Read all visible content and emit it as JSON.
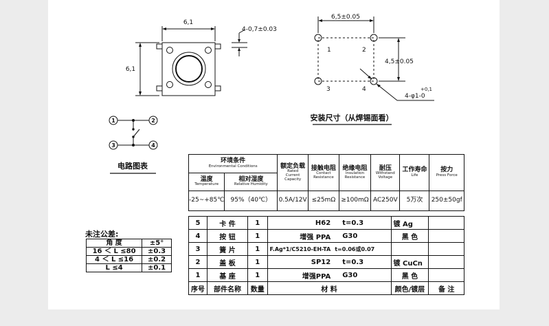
{
  "front_view": {
    "width": "6,1",
    "height": "6,1",
    "pin": "4-0,7±0.03"
  },
  "footprint": {
    "pitch_x": "6,5±0.05",
    "pitch_y": "4,5±0.05",
    "pins": [
      "1",
      "2",
      "3",
      "4"
    ],
    "hole_base": "4-φ1-0",
    "hole_tol": "+0,1",
    "title": "安装尺寸（从焊锡面看）"
  },
  "circuit": {
    "pins": [
      "1",
      "2",
      "3",
      "4"
    ],
    "title": "电路图表"
  },
  "spec": {
    "env_zh": "环境条件",
    "env_en": "Environmental Conditions",
    "temp_zh": "温度",
    "temp_en": "Temperature",
    "hum_zh": "相对湿度",
    "hum_en": "Relative Humidity",
    "rated_zh": "额定负载",
    "rated_en1": "Rated",
    "rated_en2": "Current",
    "rated_en3": "Capacity",
    "contact_zh": "接触电阻",
    "contact_en1": "Contact",
    "contact_en2": "Resistance",
    "ins_zh": "绝缘电阻",
    "ins_en1": "Insulation",
    "ins_en2": "Resistance",
    "volt_zh": "耐压",
    "volt_en1": "Withstand",
    "volt_en2": "Voltage",
    "life_zh": "工作寿命",
    "life_en": "Life",
    "force_zh": "按力",
    "force_en": "Press Force",
    "values": [
      "-25~+85℃",
      "95%（40℃）",
      "0.5A/12V",
      "≤25mΩ",
      "≥100mΩ",
      "AC250V",
      "5万次",
      "250±50gf"
    ]
  },
  "bom": {
    "rows": [
      {
        "no": "5",
        "name": "卡 件",
        "qty": "1",
        "mat": "H62",
        "thk": "t=0.3",
        "finish": "镀 Ag"
      },
      {
        "no": "4",
        "name": "按 钮",
        "qty": "1",
        "mat": "增强 PPA",
        "thk": "G30",
        "finish": "黑 色"
      },
      {
        "no": "3",
        "name": "簧 片",
        "qty": "1",
        "mat": "F.Ag*1/C5210-EH-TA",
        "thk": "t=0.06或0.07",
        "finish": ""
      },
      {
        "no": "2",
        "name": "盖 板",
        "qty": "1",
        "mat": "SP12",
        "thk": "t=0.3",
        "finish": "镀 CuCn"
      },
      {
        "no": "1",
        "name": "基 座",
        "qty": "1",
        "mat": "增强PPA",
        "thk": "G30",
        "finish": "黑 色"
      }
    ],
    "header": {
      "no": "序号",
      "name": "部件名称",
      "qty": "数量",
      "mat": "材 料",
      "finish": "颜色/镀层",
      "note": "备 注"
    }
  },
  "tolerance": {
    "title": "未注公差:",
    "header": [
      "角 度",
      "±5°"
    ],
    "rows": [
      [
        "16 ＜ L ≤80",
        "±0.3"
      ],
      [
        "4 ＜ L ≤16",
        "±0.2"
      ],
      [
        "L ≤4",
        "±0.1"
      ]
    ]
  }
}
